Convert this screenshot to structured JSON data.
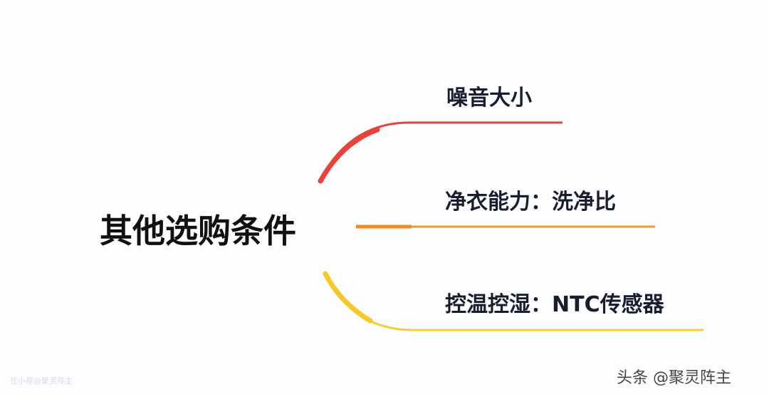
{
  "root": {
    "label": "其他选购条件"
  },
  "branches": [
    {
      "label": "噪音大小",
      "color": "#e8423a"
    },
    {
      "label": "净衣能力：洗净比",
      "color": "#ef9a2a"
    },
    {
      "label": "控温控湿：NTC传感器",
      "color": "#f5cd2e"
    }
  ],
  "watermarks": {
    "left": "住小帮@聚灵阵主",
    "right": "头条 @聚灵阵主"
  }
}
